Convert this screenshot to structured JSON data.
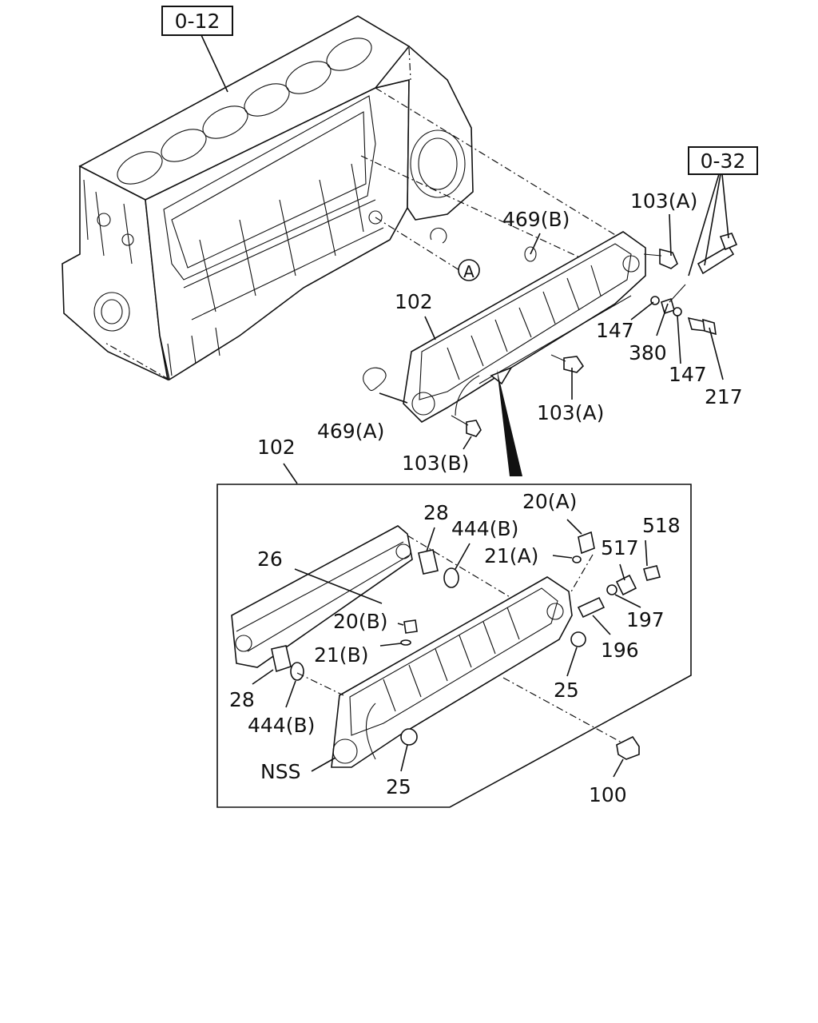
{
  "refs": {
    "ref_0_12": "0-12",
    "ref_0_32": "0-32",
    "circle_a": "A"
  },
  "labels": {
    "l_469b": "469(B)",
    "l_103a_top": "103(A)",
    "l_102_top": "102",
    "l_147_left": "147",
    "l_380": "380",
    "l_147_right": "147",
    "l_217": "217",
    "l_103a_mid": "103(A)",
    "l_469a": "469(A)",
    "l_103b": "103(B)",
    "l_102_detail": "102",
    "l_28_top": "28",
    "l_444b_top": "444(B)",
    "l_20a": "20(A)",
    "l_518": "518",
    "l_21a": "21(A)",
    "l_517": "517",
    "l_26": "26",
    "l_20b": "20(B)",
    "l_21b": "21(B)",
    "l_197": "197",
    "l_196": "196",
    "l_25_right": "25",
    "l_28_bottom": "28",
    "l_444b_bottom": "444(B)",
    "l_nss": "NSS",
    "l_25_bottom": "25",
    "l_100": "100"
  }
}
